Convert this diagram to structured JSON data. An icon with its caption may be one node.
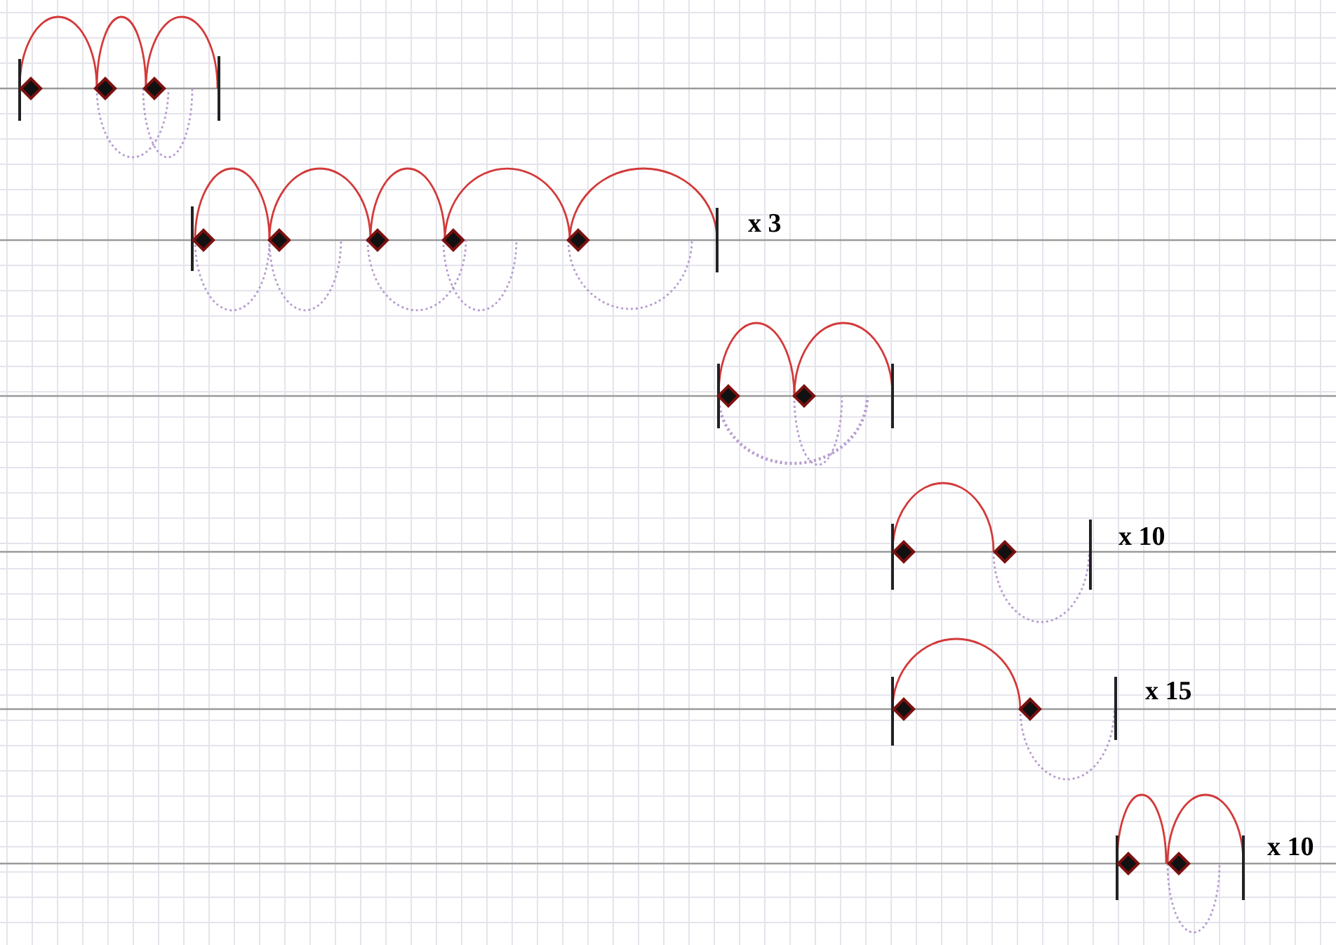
{
  "diagram": {
    "labels": [
      "x 3",
      "x 10",
      "x 15",
      "x 10"
    ]
  }
}
